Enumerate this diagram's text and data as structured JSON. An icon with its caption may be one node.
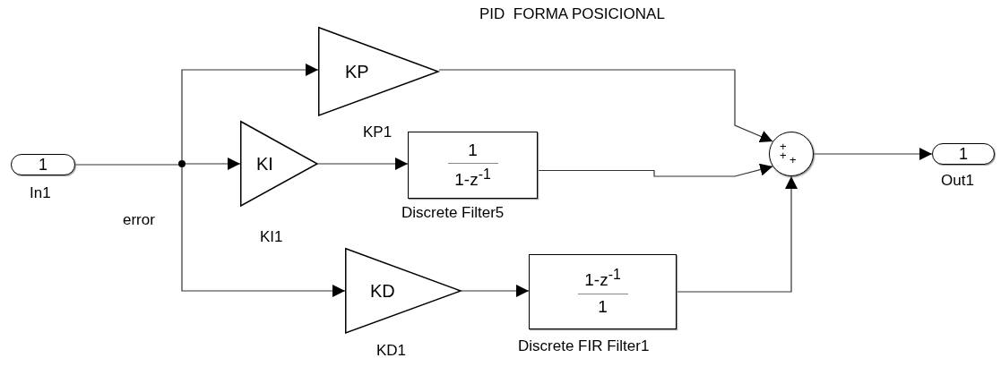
{
  "diagram": {
    "title": "PID  FORMA POSICIONAL",
    "nodes": [
      {
        "text": [
          "1"
        ],
        "beside": [
          "In1"
        ]
      },
      {
        "text": [],
        "shape": "circle"
      },
      {
        "text": [
          "KP"
        ],
        "beside": [
          "KP1"
        ]
      },
      {
        "text": [
          "KI"
        ],
        "beside": [
          "KI1"
        ]
      },
      {
        "text": [
          "1",
          "1-z$^{-1}$"
        ],
        "beside": [
          "Discrete Filter5"
        ]
      },
      {
        "text": [
          "KD"
        ],
        "beside": [
          "KD1"
        ]
      },
      {
        "text": [
          "1-z$^{-1}$",
          "1"
        ],
        "beside": [
          "Discrete FIR Filter1"
        ]
      },
      {
        "text": [
          "+",
          "+",
          "+"
        ]
      },
      {
        "text": [
          "1"
        ],
        "beside": [
          "Out1"
        ]
      }
    ],
    "edges": [
      {
        "from": 0,
        "to": 1,
        "arrow": "none"
      },
      {
        "from": 1,
        "to": 2,
        "arrow": "to"
      },
      {
        "from": 1,
        "to": 3,
        "arrow": "to"
      },
      {
        "from": 1,
        "to": 5,
        "arrow": "to"
      },
      {
        "from": 3,
        "to": 4,
        "arrow": "to"
      },
      {
        "from": 2,
        "to": 7,
        "arrow": "to"
      },
      {
        "from": 4,
        "to": 7,
        "arrow": "to"
      },
      {
        "from": 5,
        "to": 6,
        "arrow": "to"
      },
      {
        "from": 6,
        "to": 7,
        "arrow": "to"
      },
      {
        "from": 7,
        "to": 8,
        "arrow": "to"
      }
    ],
    "labels": [
      "error"
    ]
  }
}
